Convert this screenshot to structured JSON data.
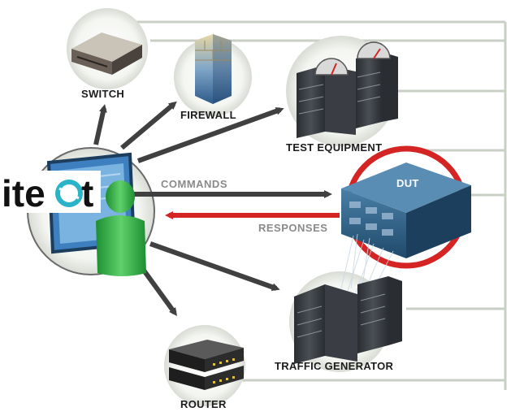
{
  "logo": {
    "text_left": "ite",
    "text_right": "t",
    "accent_color": "#2bb4c8"
  },
  "nodes": {
    "switch": "SWITCH",
    "firewall": "FIREWALL",
    "test_equipment": "TEST EQUIPMENT",
    "dut": "DUT",
    "traffic_generator": "TRAFFIC GENERATOR",
    "router": "ROUTER"
  },
  "arrows": {
    "commands": "COMMANDS",
    "responses": "RESPONSES"
  },
  "colors": {
    "dut_ring": "#d42424",
    "responses_arrow": "#d42424",
    "connector_line": "#c8cfc4",
    "person": "#36b24a",
    "arrow": "#404040"
  },
  "icons": [
    "switch-icon",
    "firewall-icon",
    "test-equipment-icon",
    "dut-icon",
    "traffic-generator-icon",
    "router-icon",
    "computer-icon",
    "user-icon",
    "logo-icon"
  ]
}
